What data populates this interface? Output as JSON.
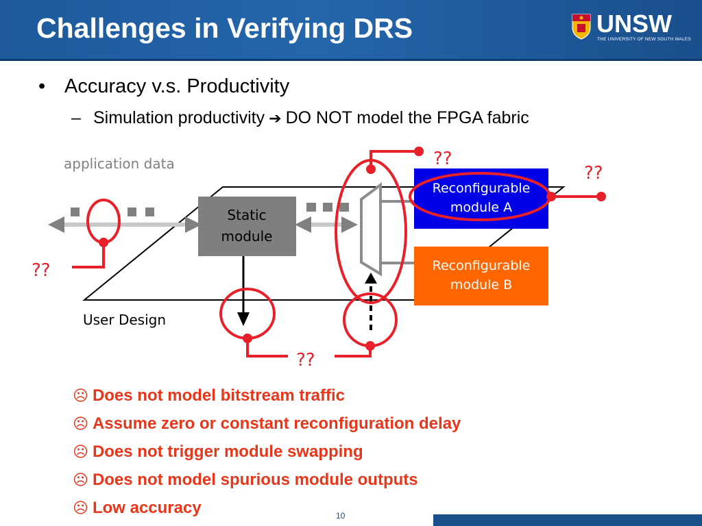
{
  "slide": {
    "title": "Challenges in Verifying DRS",
    "page_number": "10"
  },
  "logo": {
    "word": "UNSW",
    "subtitle": "THE UNIVERSITY OF NEW SOUTH WALES",
    "colors": {
      "crest_gold": "#f2b705",
      "crest_red": "#c8102e",
      "text": "#ffffff"
    }
  },
  "bullets": {
    "main": "Accuracy v.s. Productivity",
    "sub_before": "Simulation productivity",
    "sub_arrow_icon": "arrow-right-icon",
    "sub_after": "DO NOT model the FPGA fabric"
  },
  "diagram": {
    "application_data_label": "application data",
    "static_module_line1": "Static",
    "static_module_line2": "module",
    "module_a_line1": "Reconfigurable",
    "module_a_line2": "module A",
    "module_b_line1": "Reconfigurable",
    "module_b_line2": "module B",
    "user_design_label": "User Design",
    "unknown_label_top": "??",
    "unknown_label_right": "??",
    "unknown_label_left": "??",
    "unknown_label_bottom": "??",
    "colors": {
      "highlight": "#e8202a",
      "static_module": "#7f7f7f",
      "module_a": "#0000e6",
      "module_b": "#ff6600",
      "traffic": "#808080"
    }
  },
  "issues": {
    "icon": "frown-face-icon",
    "icon_glyph": "☹",
    "items": [
      "Does not model bitstream traffic",
      "Assume zero or constant reconfiguration delay",
      "Does not trigger module swapping",
      "Does not model spurious module outputs",
      "Low accuracy"
    ]
  },
  "theme": {
    "header_blue": "#1e5a9c",
    "issue_red": "#e8361b"
  }
}
